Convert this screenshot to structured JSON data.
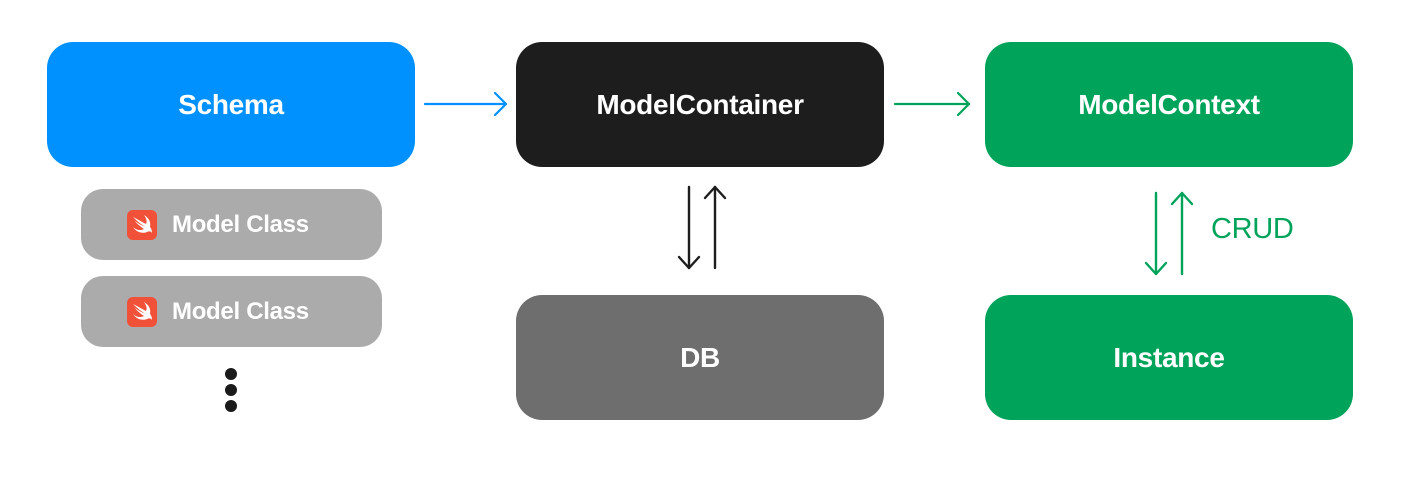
{
  "colors": {
    "schema": "#0091ff",
    "container": "#1d1d1d",
    "context": "#00a35a",
    "db": "#6e6e6e",
    "instance": "#00a35a",
    "model_class": "#ababab",
    "blue_arrow": "#0091ff",
    "green_arrow": "#00a35a",
    "dark_arrow": "#1d1d1d",
    "swift_orange": "#f05138"
  },
  "nodes": {
    "schema": "Schema",
    "container": "ModelContainer",
    "context": "ModelContext",
    "db": "DB",
    "instance": "Instance"
  },
  "model_classes": [
    {
      "label": "Model Class",
      "icon": "swift-icon"
    },
    {
      "label": "Model Class",
      "icon": "swift-icon"
    }
  ],
  "more_indicator": "vertical-ellipsis",
  "edges": {
    "crud_label": "CRUD"
  }
}
